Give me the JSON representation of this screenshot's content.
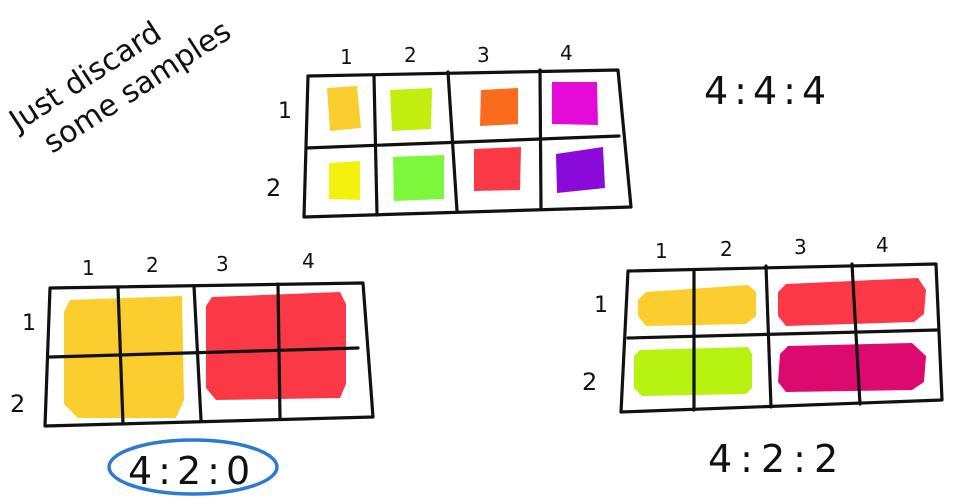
{
  "note": {
    "line1": "Just discard",
    "line2": "some samples"
  },
  "diagrams": {
    "d444": {
      "label": "4:4:4",
      "col_labels": [
        "1",
        "2",
        "3",
        "4"
      ],
      "row_labels": [
        "1",
        "2"
      ],
      "cells": [
        [
          "#fccd2e",
          "#c2ef10",
          "#fb6b1d",
          "#e40ad8"
        ],
        [
          "#f5f10f",
          "#7cf73b",
          "#fb3845",
          "#8a0bd9"
        ]
      ]
    },
    "d420": {
      "label": "4:2:0",
      "col_labels": [
        "1",
        "2",
        "3",
        "4"
      ],
      "row_labels": [
        "1",
        "2"
      ],
      "blocks": [
        "#fccd2e",
        "#fb3845"
      ],
      "label_ring_color": "#2f7ad1"
    },
    "d422": {
      "label": "4:2:2",
      "col_labels": [
        "1",
        "2",
        "3",
        "4"
      ],
      "row_labels": [
        "1",
        "2"
      ],
      "blocks": [
        [
          "#fccd2e",
          "#fb3845"
        ],
        [
          "#b8f211",
          "#dc0a6e"
        ]
      ]
    }
  }
}
